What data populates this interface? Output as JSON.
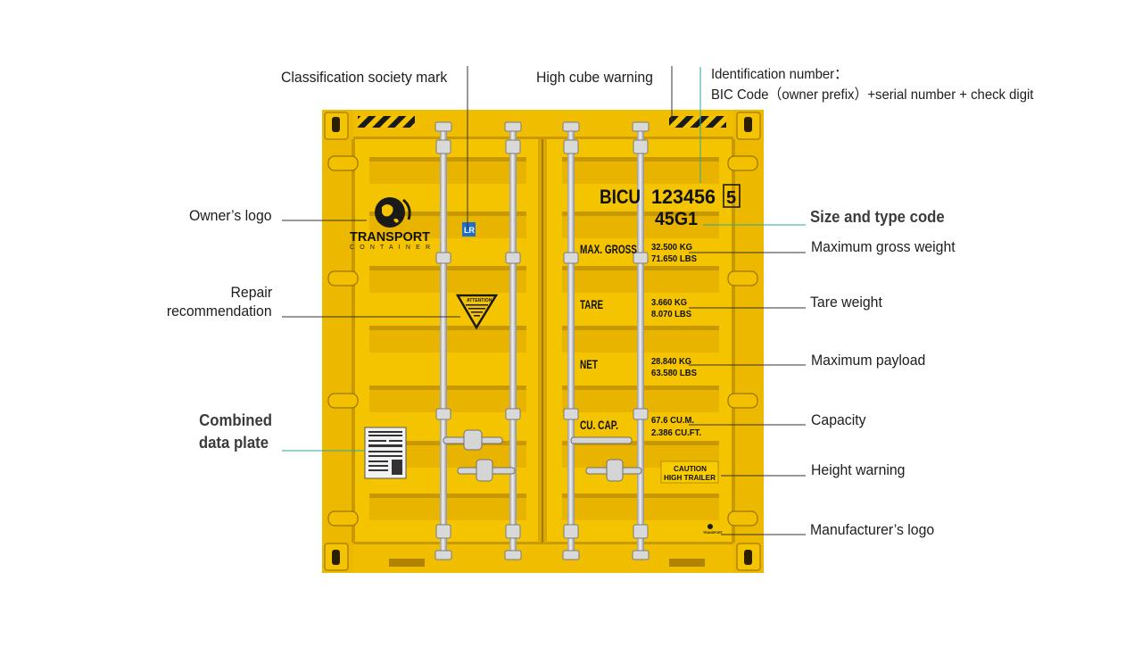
{
  "colors": {
    "container": "#f5c400",
    "container_dark": "#d8a700",
    "container_shadow": "#b58a00",
    "rod": "#c9c9c9",
    "leader_dark": "#333333",
    "leader_teal": "#2aa6a6",
    "text": "#1d1d1d"
  },
  "callouts": {
    "classification": "Classification society mark",
    "high_cube": "High cube warning",
    "id_number_l1": "Identification number：",
    "id_number_l2": "BIC Code（owner prefix）+serial number + check digit",
    "owner_logo": "Owner’s logo",
    "repair_l1": "Repair",
    "repair_l2": "recommendation",
    "data_plate_l1": "Combined",
    "data_plate_l2": "data plate",
    "size_type": "Size and type code",
    "max_gross": "Maximum gross weight",
    "tare": "Tare weight",
    "max_payload": "Maximum payload",
    "capacity": "Capacity",
    "height_warning": "Height warning",
    "manufacturer_logo": "Manufacturer’s logo"
  },
  "markings": {
    "owner_code": "BICU",
    "serial": "123456",
    "check_digit": "5",
    "size_type_code": "45G1",
    "max_gross_label": "MAX. GROSS",
    "max_gross_kg": "32.500 KG",
    "max_gross_lbs": "71.650 LBS",
    "tare_label": "TARE",
    "tare_kg": "3.660 KG",
    "tare_lbs": "8.070 LBS",
    "net_label": "NET",
    "net_kg": "28.840 KG",
    "net_lbs": "63.580 LBS",
    "capacity_label": "CU. CAP.",
    "capacity_m3": "67.6 CU.M.",
    "capacity_ft3": "2.386 CU.FT.",
    "caution_l1": "CAUTION",
    "caution_l2": "HIGH TRAILER",
    "logo_name": "TRANSPORT",
    "logo_sub": "CONTAINER",
    "attention": "ATTENTION",
    "class_mark": "LR",
    "mini_logo": "TRANSPORT"
  }
}
